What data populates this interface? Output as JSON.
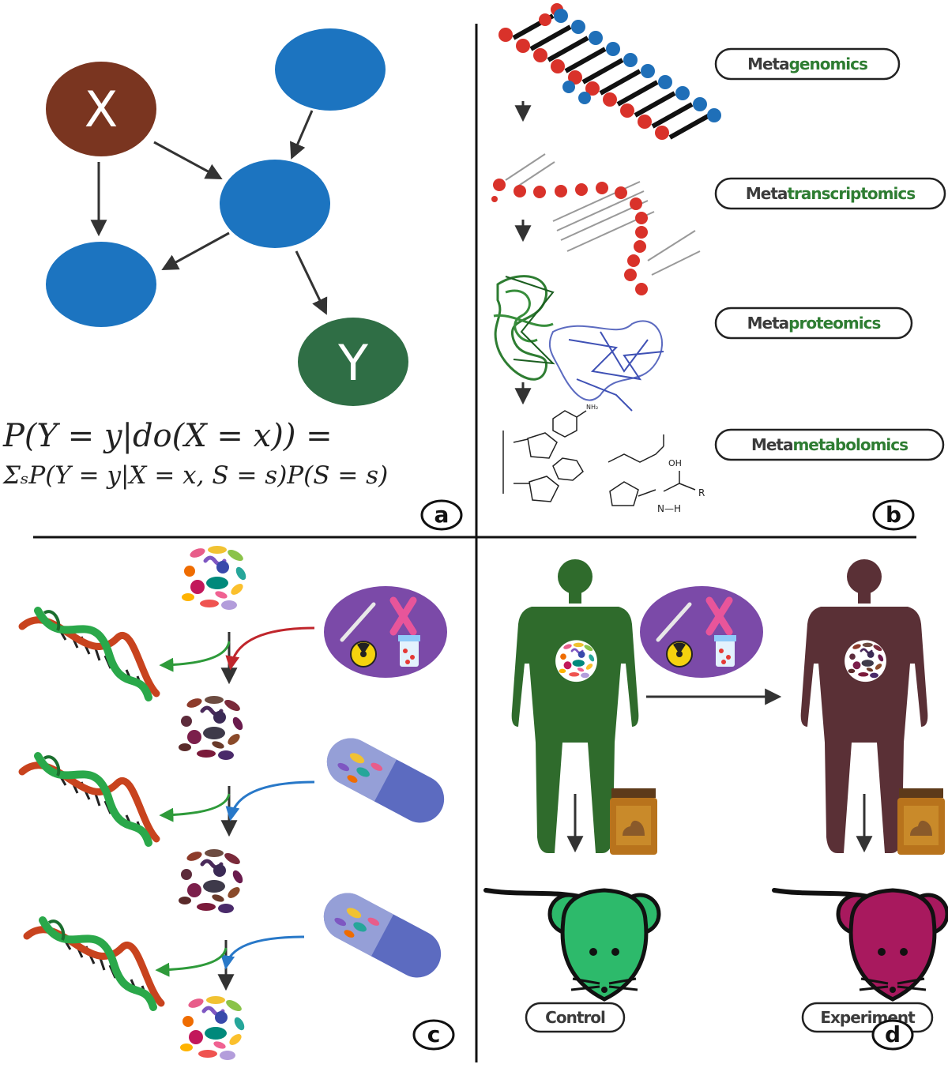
{
  "panels": {
    "a": {
      "letter": "a",
      "nodes": {
        "x_label": "X",
        "y_label": "Y"
      },
      "colors": {
        "x_node": "#7a3520",
        "y_node": "#2f6e45",
        "blue_node": "#1c74c0"
      },
      "formula_line1": "P(Y = y|do(X = x)) =",
      "formula_line2": "ΣₛP(Y = y|X = x, S = s)P(S = s)"
    },
    "b": {
      "letter": "b",
      "omics": [
        {
          "prefix": "Meta",
          "suffix": "genomics"
        },
        {
          "prefix": "Meta",
          "suffix": "transcriptomics"
        },
        {
          "prefix": "Meta",
          "suffix": "proteomics"
        },
        {
          "prefix": "Meta",
          "suffix": "metabolomics"
        }
      ],
      "colors": {
        "prefix": "#3b3b3b",
        "suffix": "#2e7d32"
      },
      "chem_labels": {
        "oh": "OH",
        "nh": "N—H",
        "r": "R",
        "nh2": "NH₂"
      }
    },
    "c": {
      "letter": "c"
    },
    "d": {
      "letter": "d",
      "control_label": "Control",
      "experiment_label": "Experiment",
      "colors": {
        "control_human": "#2f6b2c",
        "experiment_human": "#5a3036",
        "control_mouse": "#2dba6b",
        "experiment_mouse": "#a8195e"
      }
    }
  },
  "icons": [
    "dna-helix-icon",
    "scalpel-icon",
    "cancer-ribbon-icon",
    "radiation-icon",
    "pill-bottle-icon",
    "capsule-icon",
    "microbe-cluster-icon",
    "human-silhouette-icon",
    "stool-jar-icon",
    "mouse-icon"
  ]
}
